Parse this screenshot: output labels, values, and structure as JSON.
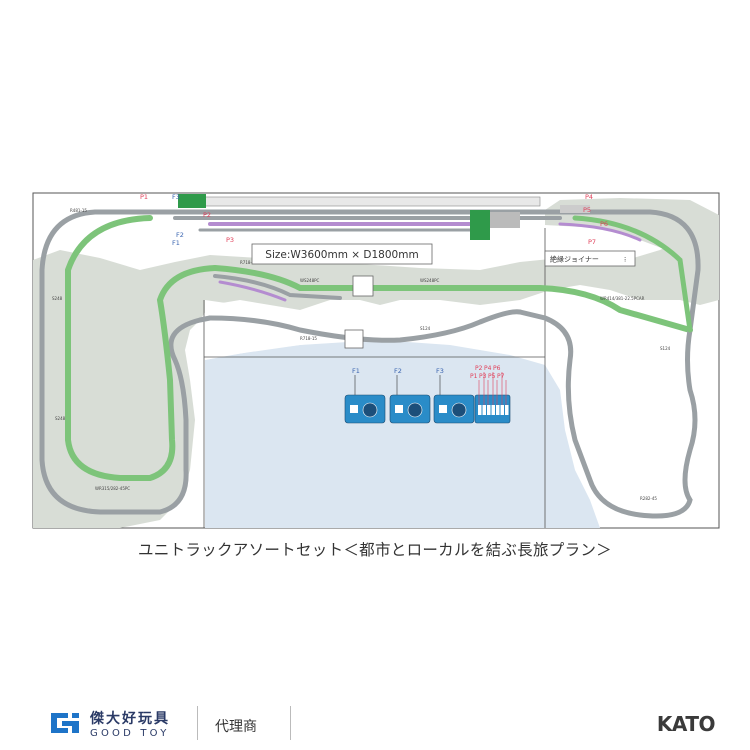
{
  "size_label": "Size:W3600mm × D1800mm",
  "insulation_label": "絶縁ジョイナー",
  "caption": "ユニトラックアソートセット＜都市とローカルを結ぶ長旅プラン＞",
  "feeder_labels": [
    "F1",
    "F2",
    "F3"
  ],
  "point_labels_left": [
    "P1",
    "P2",
    "P3"
  ],
  "point_labels_right": [
    "P4",
    "P5",
    "P6",
    "P7"
  ],
  "controller_point_labels": [
    "P2",
    "P4",
    "P6",
    "P1",
    "P3",
    "P5",
    "P7"
  ],
  "footer": {
    "brand_cn": "傑大好玩具",
    "brand_en": "GOOD TOY",
    "agent": "代理商",
    "maker": "KATO"
  },
  "colors": {
    "track": "#9aa0a4",
    "green_track": "#7dc47a",
    "purple_track": "#b48cd0",
    "land": "#d8ddd6",
    "water": "#dbe6f1",
    "controller": "#2a8cc8",
    "marker_red": "#e0405a",
    "marker_blue": "#3a64b0"
  }
}
